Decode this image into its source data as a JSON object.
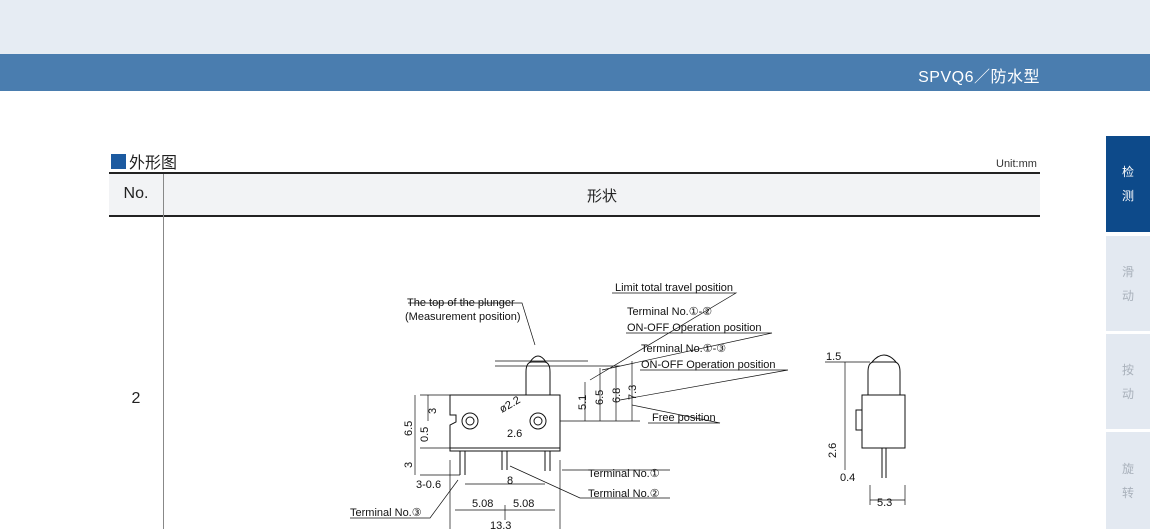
{
  "header": {
    "title": "SPVQ6／防水型"
  },
  "section": {
    "title": "外形图",
    "unit": "Unit:mm"
  },
  "table": {
    "headers": [
      "No.",
      "形状"
    ],
    "rows": [
      {
        "no": "2"
      }
    ]
  },
  "sidebar": {
    "tabs": [
      {
        "line1": "检",
        "line2": "测",
        "active": true
      },
      {
        "line1": "滑",
        "line2": "动"
      },
      {
        "line1": "按",
        "line2": "动"
      },
      {
        "line1": "旋",
        "line2": "转"
      }
    ]
  },
  "drawing": {
    "labels": {
      "plunger_top": "The top of the plunger",
      "measurement": "(Measurement position)",
      "limit": "Limit total travel position",
      "t12": "Terminal No.①-②",
      "t12_op": "ON-OFF Operation position",
      "t13": "Terminal No.①-③",
      "t13_op": "ON-OFF Operation position",
      "free": "Free position",
      "term1": "Terminal No.①",
      "term2": "Terminal No.②",
      "term3": "Terminal No.③"
    },
    "dims": {
      "d51": "5.1",
      "d65": "6.5",
      "d68": "6.8",
      "d73": "7.3",
      "hole": "ø2.2",
      "d3a": "3",
      "d65b": "6.5",
      "d05": "0.5",
      "d3b": "3",
      "d26": "2.6",
      "d306": "3-0.6",
      "d8": "8",
      "d508a": "5.08",
      "d508b": "5.08",
      "d133": "13.3",
      "s15": "1.5",
      "s26": "2.6",
      "s04": "0.4",
      "s53": "5.3"
    }
  }
}
